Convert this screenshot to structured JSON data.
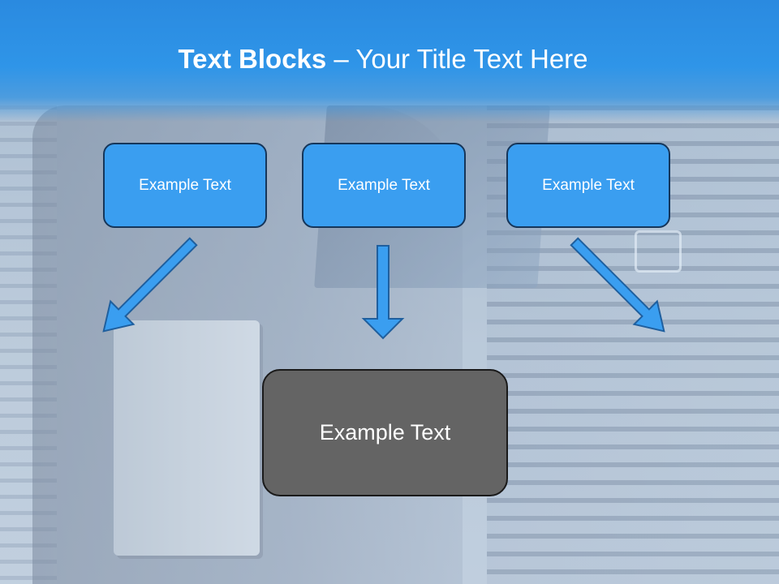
{
  "slide": {
    "title_bold": "Text Blocks",
    "title_separator": " – ",
    "title_rest": "Your Title Text Here"
  },
  "blocks": [
    {
      "label": "Example Text"
    },
    {
      "label": "Example Text"
    },
    {
      "label": "Example Text"
    }
  ],
  "result_block": {
    "label": "Example Text"
  },
  "colors": {
    "header": "#2f95e8",
    "block_fill": "#3a9ef0",
    "block_border": "#16365a",
    "result_fill": "#646464",
    "arrow_fill": "#3a9ef0",
    "arrow_stroke": "#1f5f9e"
  },
  "icons": [
    "arrow-down-right-icon",
    "arrow-down-icon",
    "arrow-down-left-icon"
  ]
}
